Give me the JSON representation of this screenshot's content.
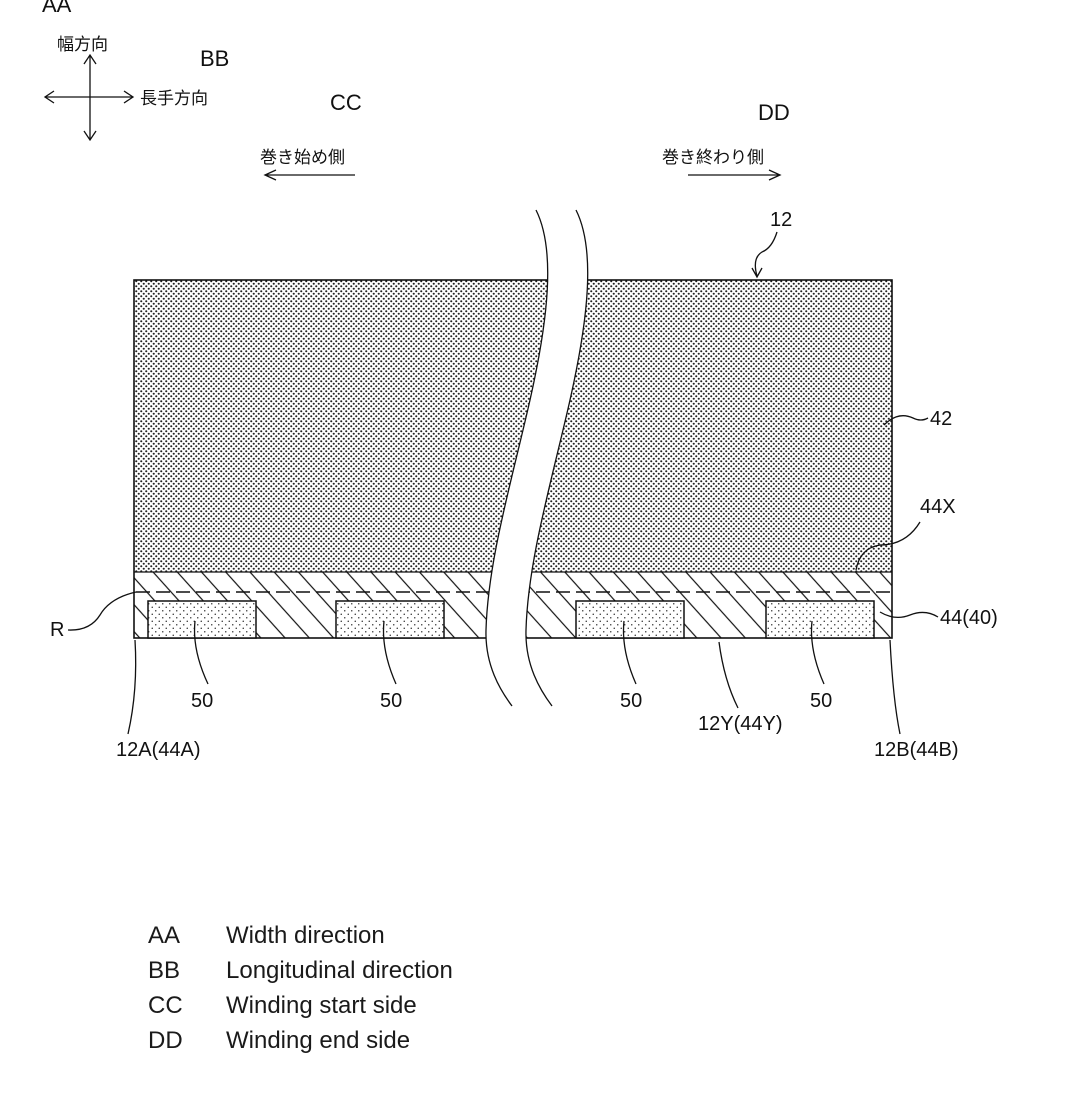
{
  "labels": {
    "aa": "AA",
    "bb": "BB",
    "cc": "CC",
    "dd": "DD",
    "width_direction_jp": "幅方向",
    "longitudinal_direction_jp": "長手方向",
    "winding_start_jp": "巻き始め側",
    "winding_end_jp": "巻き終わり側",
    "ref_12": "12",
    "ref_42": "42",
    "ref_44x": "44X",
    "ref_44_40": "44(40)",
    "ref_r": "R",
    "ref_50": [
      "50",
      "50",
      "50",
      "50"
    ],
    "ref_12a": "12A(44A)",
    "ref_12y": "12Y(44Y)",
    "ref_12b": "12B(44B)"
  },
  "legend": [
    {
      "code": "AA",
      "text": "Width direction"
    },
    {
      "code": "BB",
      "text": "Longitudinal direction"
    },
    {
      "code": "CC",
      "text": "Winding start side"
    },
    {
      "code": "DD",
      "text": "Winding end side"
    }
  ]
}
